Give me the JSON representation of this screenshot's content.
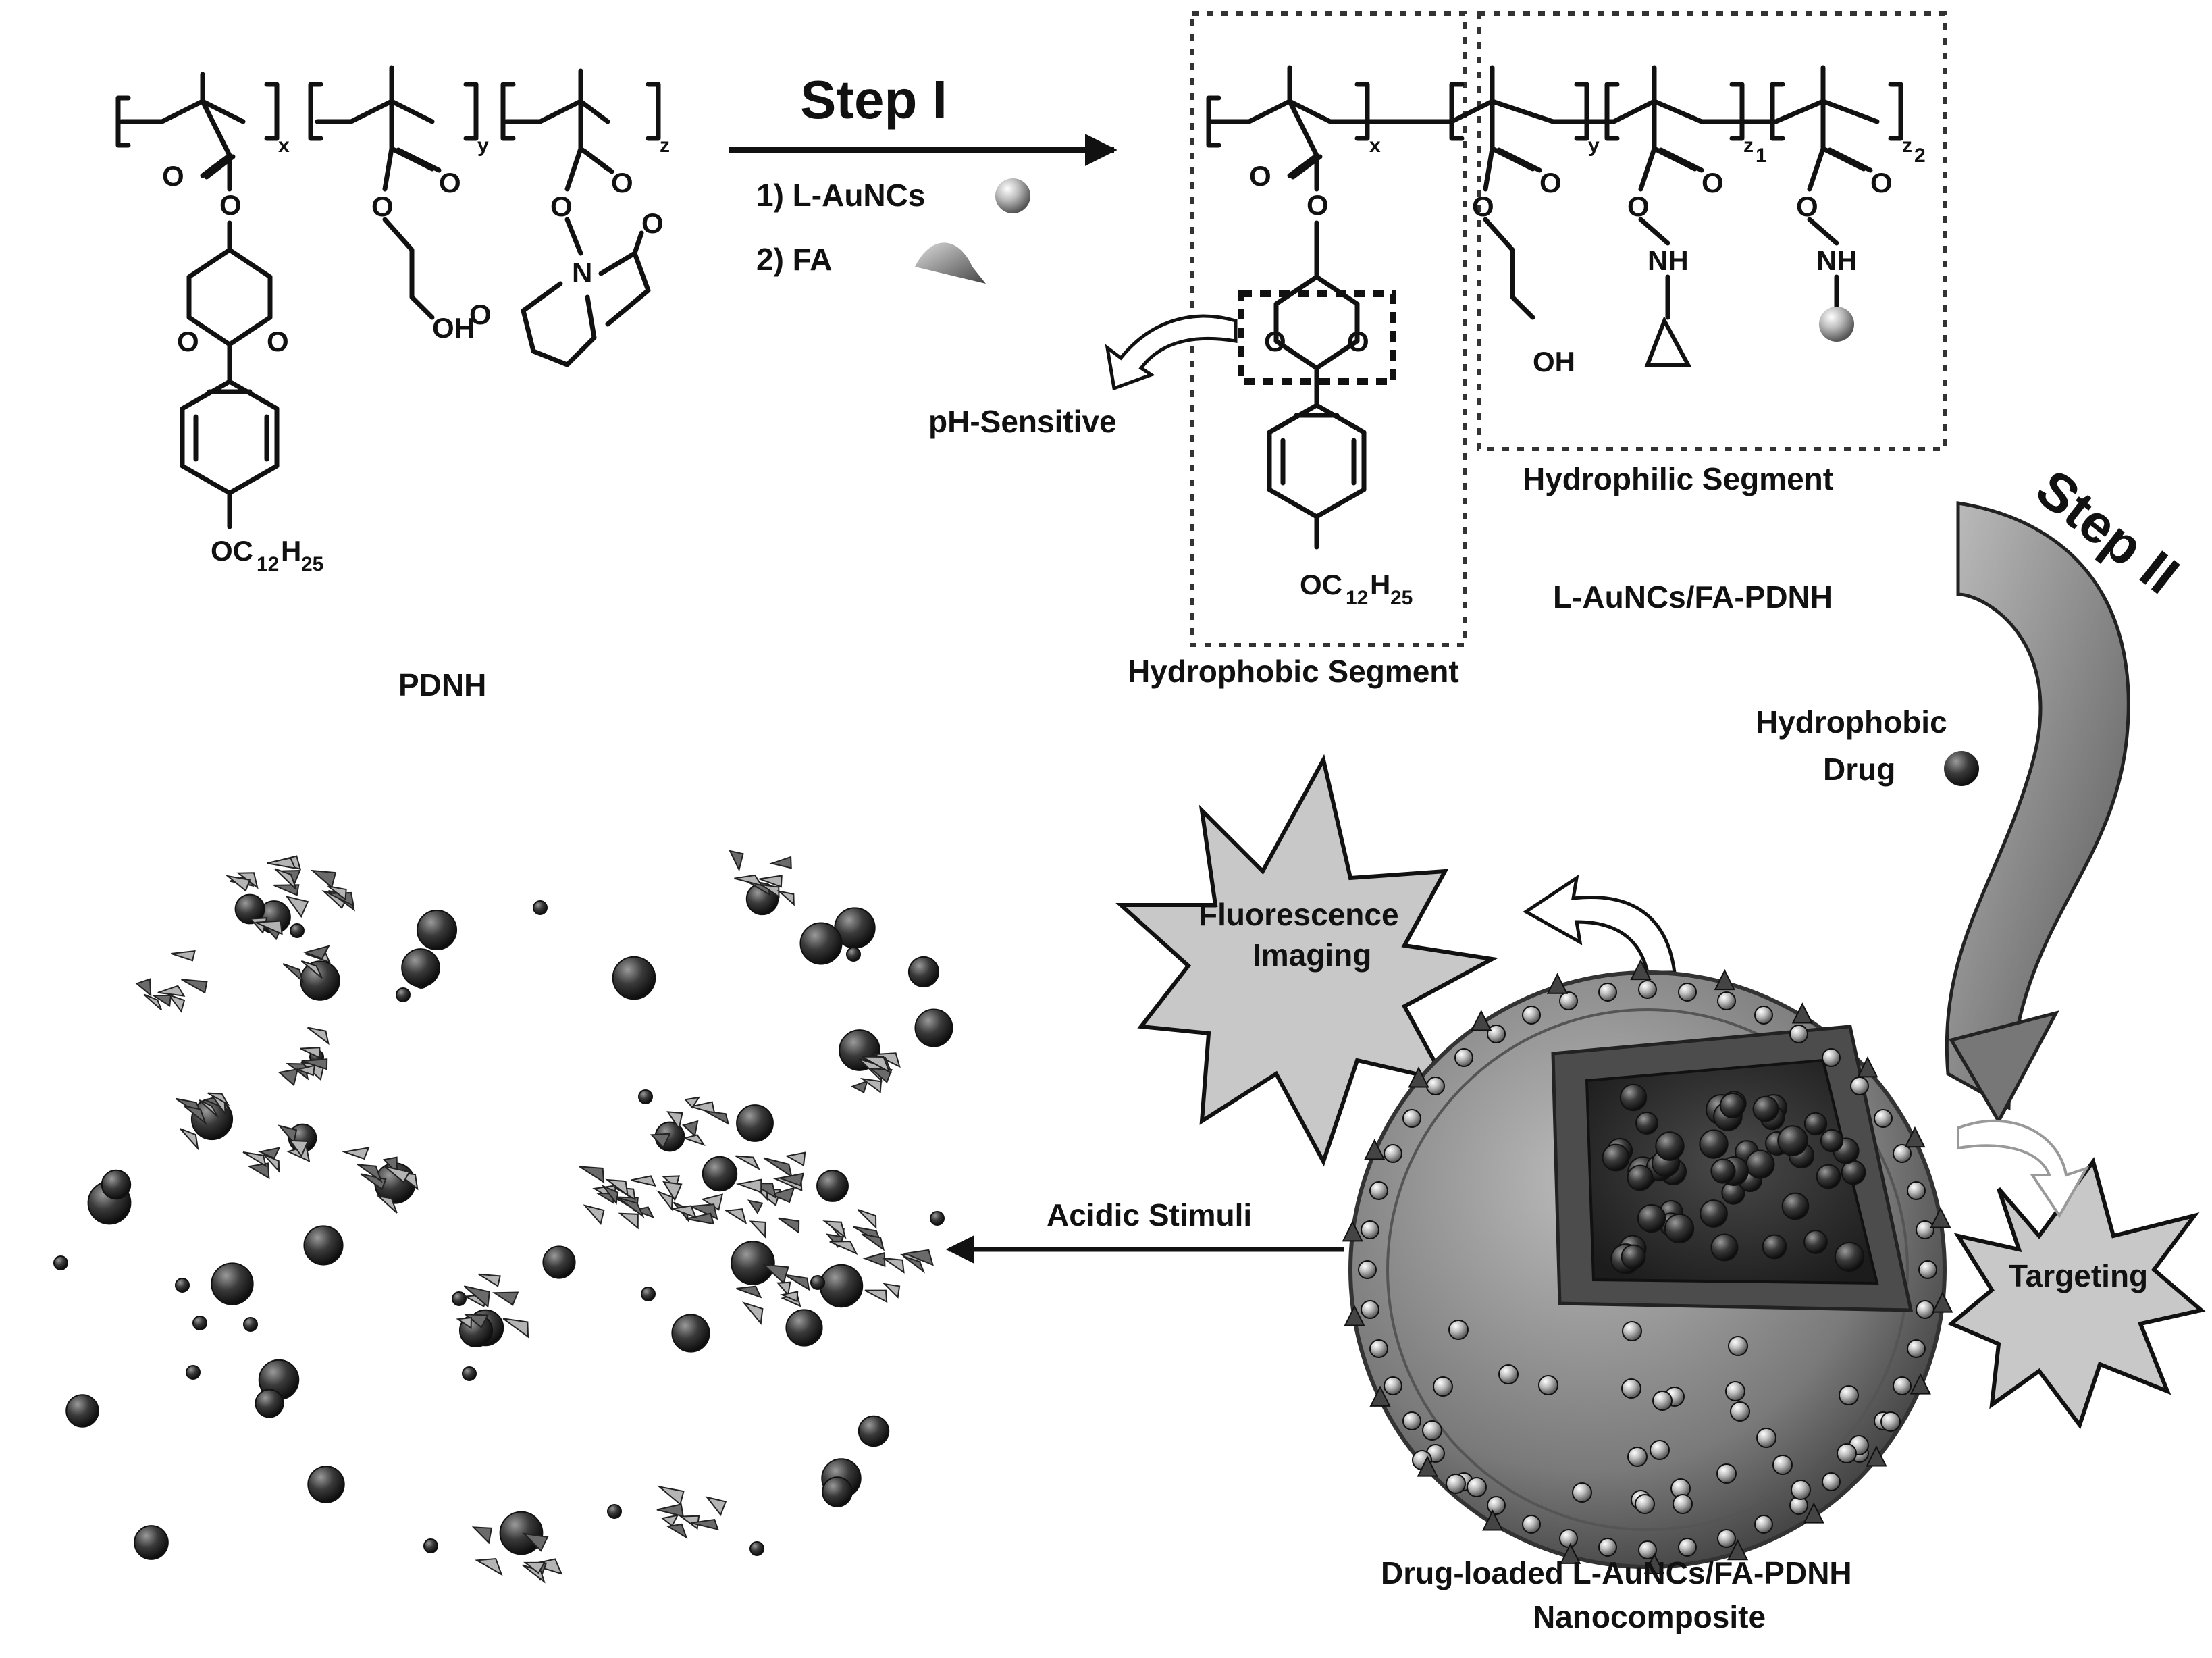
{
  "labels": {
    "pdnh": "PDNH",
    "step1": "Step I",
    "step1_reagent1": "1) L-AuNCs",
    "step1_reagent2": "2) FA",
    "ph_sensitive": "pH-Sensitive",
    "hydrophobic_segment": "Hydrophobic Segment",
    "hydrophilic_segment": "Hydrophilic Segment",
    "product_name": "L-AuNCs/FA-PDNH",
    "step2": "Step II",
    "hydrophobic_drug_line1": "Hydrophobic",
    "hydrophobic_drug_line2": "Drug",
    "fluorescence_line1": "Fluorescence",
    "fluorescence_line2": "Imaging",
    "targeting": "Targeting",
    "acidic_stimuli": "Acidic Stimuli",
    "nanocomposite_line1": "Drug-loaded L-AuNCs/FA-PDNH",
    "nanocomposite_line2": "Nanocomposite"
  },
  "chem": {
    "x": "x",
    "y": "y",
    "z": "z",
    "z1": "z",
    "z1_sub": "1",
    "z2": "z",
    "z2_sub": "2",
    "O": "O",
    "N": "N",
    "NH": "NH",
    "OH": "OH",
    "alkoxy_OC": "OC",
    "alkoxy_12": "12",
    "alkoxy_H": "H",
    "alkoxy_25": "25"
  },
  "colors": {
    "ink": "#111111",
    "burst_fill": "#c8c8c8",
    "shell": "#8a8a8a",
    "drug": "#2a2a2a"
  }
}
